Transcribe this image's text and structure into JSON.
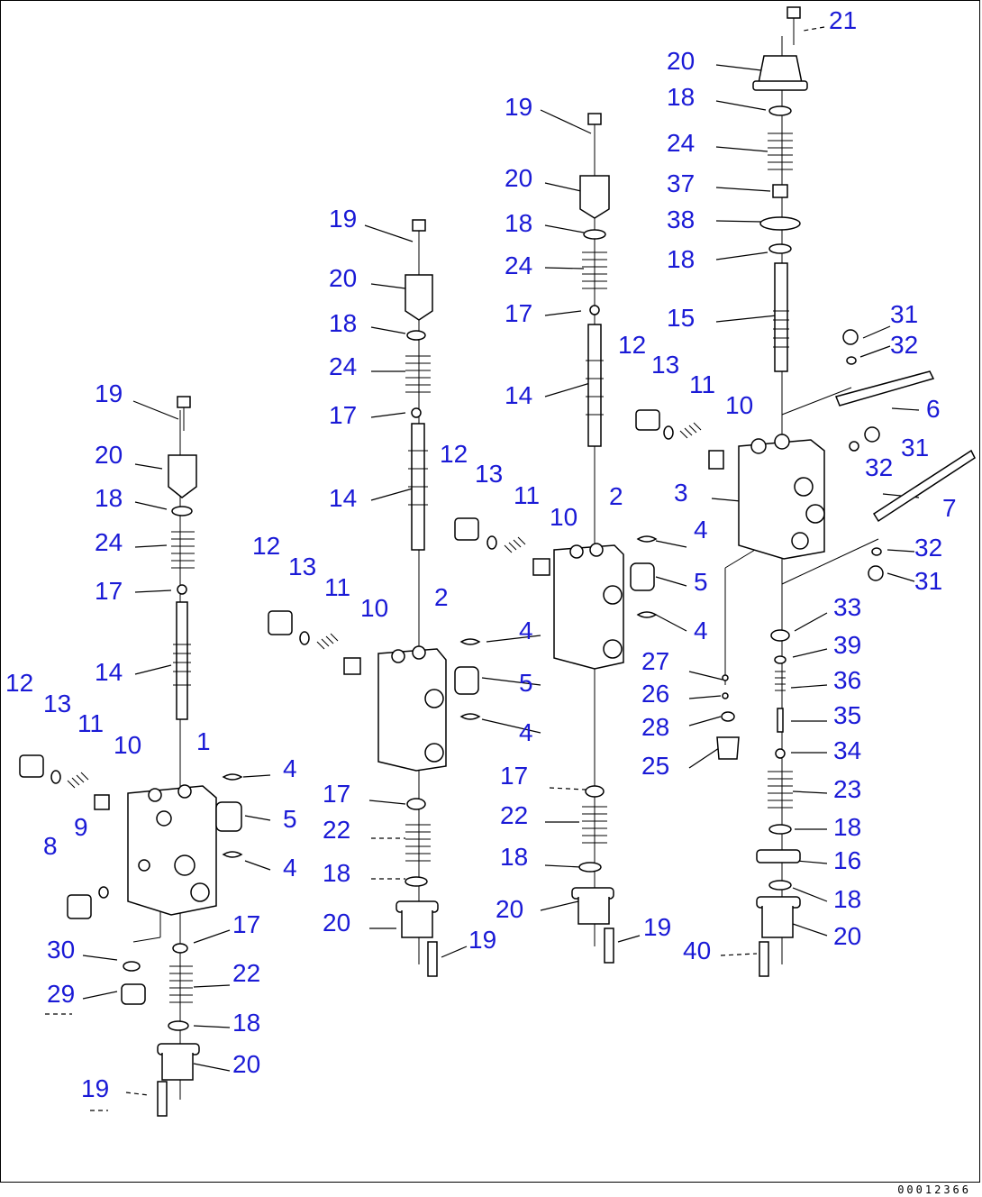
{
  "diagram": {
    "labels": [
      {
        "text": "21"
      },
      {
        "text": "20"
      },
      {
        "text": "18"
      },
      {
        "text": "24"
      },
      {
        "text": "37"
      },
      {
        "text": "38"
      },
      {
        "text": "18"
      },
      {
        "text": "15"
      },
      {
        "text": "31"
      },
      {
        "text": "32"
      },
      {
        "text": "12"
      },
      {
        "text": "13"
      },
      {
        "text": "11"
      },
      {
        "text": "10"
      },
      {
        "text": "6"
      },
      {
        "text": "31"
      },
      {
        "text": "32"
      },
      {
        "text": "3"
      },
      {
        "text": "7"
      },
      {
        "text": "32"
      },
      {
        "text": "31"
      },
      {
        "text": "33"
      },
      {
        "text": "39"
      },
      {
        "text": "36"
      },
      {
        "text": "35"
      },
      {
        "text": "34"
      },
      {
        "text": "23"
      },
      {
        "text": "18"
      },
      {
        "text": "16"
      },
      {
        "text": "18"
      },
      {
        "text": "20"
      },
      {
        "text": "40"
      },
      {
        "text": "19"
      },
      {
        "text": "20"
      },
      {
        "text": "18"
      },
      {
        "text": "24"
      },
      {
        "text": "17"
      },
      {
        "text": "14"
      },
      {
        "text": "12"
      },
      {
        "text": "13"
      },
      {
        "text": "11"
      },
      {
        "text": "10"
      },
      {
        "text": "2"
      },
      {
        "text": "4"
      },
      {
        "text": "5"
      },
      {
        "text": "4"
      },
      {
        "text": "27"
      },
      {
        "text": "26"
      },
      {
        "text": "28"
      },
      {
        "text": "25"
      },
      {
        "text": "17"
      },
      {
        "text": "22"
      },
      {
        "text": "18"
      },
      {
        "text": "20"
      },
      {
        "text": "19"
      },
      {
        "text": "19"
      },
      {
        "text": "20"
      },
      {
        "text": "18"
      },
      {
        "text": "24"
      },
      {
        "text": "17"
      },
      {
        "text": "14"
      },
      {
        "text": "12"
      },
      {
        "text": "13"
      },
      {
        "text": "11"
      },
      {
        "text": "10"
      },
      {
        "text": "2"
      },
      {
        "text": "4"
      },
      {
        "text": "5"
      },
      {
        "text": "4"
      },
      {
        "text": "17"
      },
      {
        "text": "22"
      },
      {
        "text": "18"
      },
      {
        "text": "20"
      },
      {
        "text": "19"
      },
      {
        "text": "19"
      },
      {
        "text": "20"
      },
      {
        "text": "18"
      },
      {
        "text": "24"
      },
      {
        "text": "17"
      },
      {
        "text": "14"
      },
      {
        "text": "12"
      },
      {
        "text": "13"
      },
      {
        "text": "11"
      },
      {
        "text": "10"
      },
      {
        "text": "1"
      },
      {
        "text": "4"
      },
      {
        "text": "5"
      },
      {
        "text": "4"
      },
      {
        "text": "8"
      },
      {
        "text": "9"
      },
      {
        "text": "30"
      },
      {
        "text": "29"
      },
      {
        "text": "17"
      },
      {
        "text": "22"
      },
      {
        "text": "18"
      },
      {
        "text": "20"
      },
      {
        "text": "19"
      }
    ],
    "document_number": "00012366"
  }
}
